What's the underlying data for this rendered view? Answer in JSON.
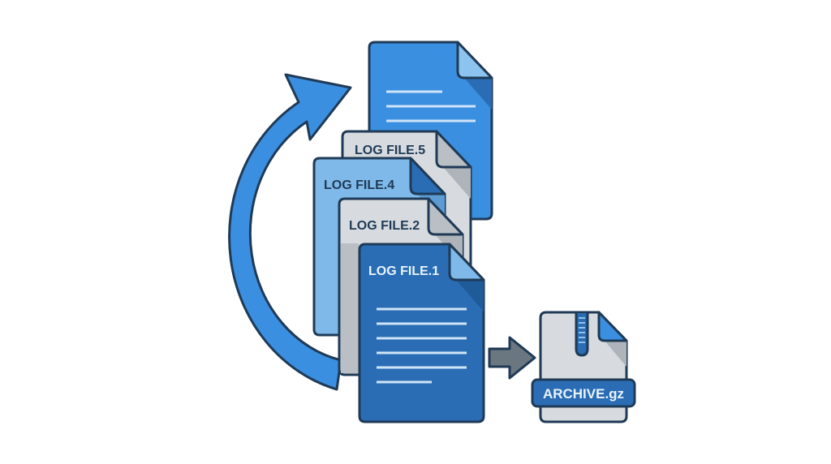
{
  "diagram": {
    "title": "Log rotation",
    "files": [
      {
        "id": "current",
        "label": ""
      },
      {
        "id": "log5",
        "label": "LOG FILE.5"
      },
      {
        "id": "log4",
        "label": "LOG FILE.4"
      },
      {
        "id": "log2",
        "label": "LOG FILE.2"
      },
      {
        "id": "log1",
        "label": "LOG FILE.1"
      }
    ],
    "archive": {
      "label": "ARCHIVE.gz"
    },
    "icons": {
      "rotate": "curved-arrow-icon",
      "compress": "right-arrow-icon",
      "archive": "zip-file-icon"
    },
    "colors": {
      "outline": "#1f3a56",
      "blue_bright": "#3b8fe0",
      "blue_dark": "#2a6db5",
      "blue_light": "#7fb9ea",
      "gray_doc": "#d7dbdf",
      "gray_fold": "#aeb4ba",
      "arrow_gray": "#6b7780",
      "text_dark": "#1f3a56",
      "text_light": "#eaf3fb"
    }
  }
}
